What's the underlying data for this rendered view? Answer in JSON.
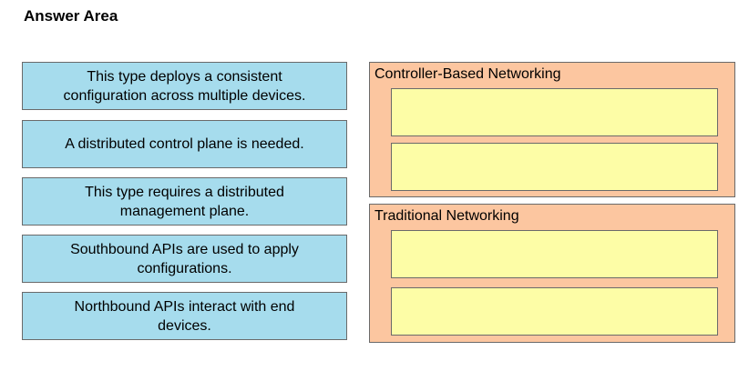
{
  "header": {
    "title": "Answer Area"
  },
  "source_items": [
    {
      "line1": "This type deploys a consistent",
      "line2": "configuration across multiple devices."
    },
    {
      "line1": "A distributed control plane is needed.",
      "line2": ""
    },
    {
      "line1": "This type requires a distributed",
      "line2": "management plane."
    },
    {
      "line1": "Southbound APIs are used to apply",
      "line2": "configurations."
    },
    {
      "line1": "Northbound APIs interact with end",
      "line2": "devices."
    }
  ],
  "targets": [
    {
      "label": "Controller-Based Networking",
      "slots": 2
    },
    {
      "label": "Traditional Networking",
      "slots": 2
    }
  ],
  "colors": {
    "item_fill": "#a6dced",
    "group_fill": "#fcc6a0",
    "slot_fill": "#fdfda6",
    "border": "#6a6a6a"
  }
}
